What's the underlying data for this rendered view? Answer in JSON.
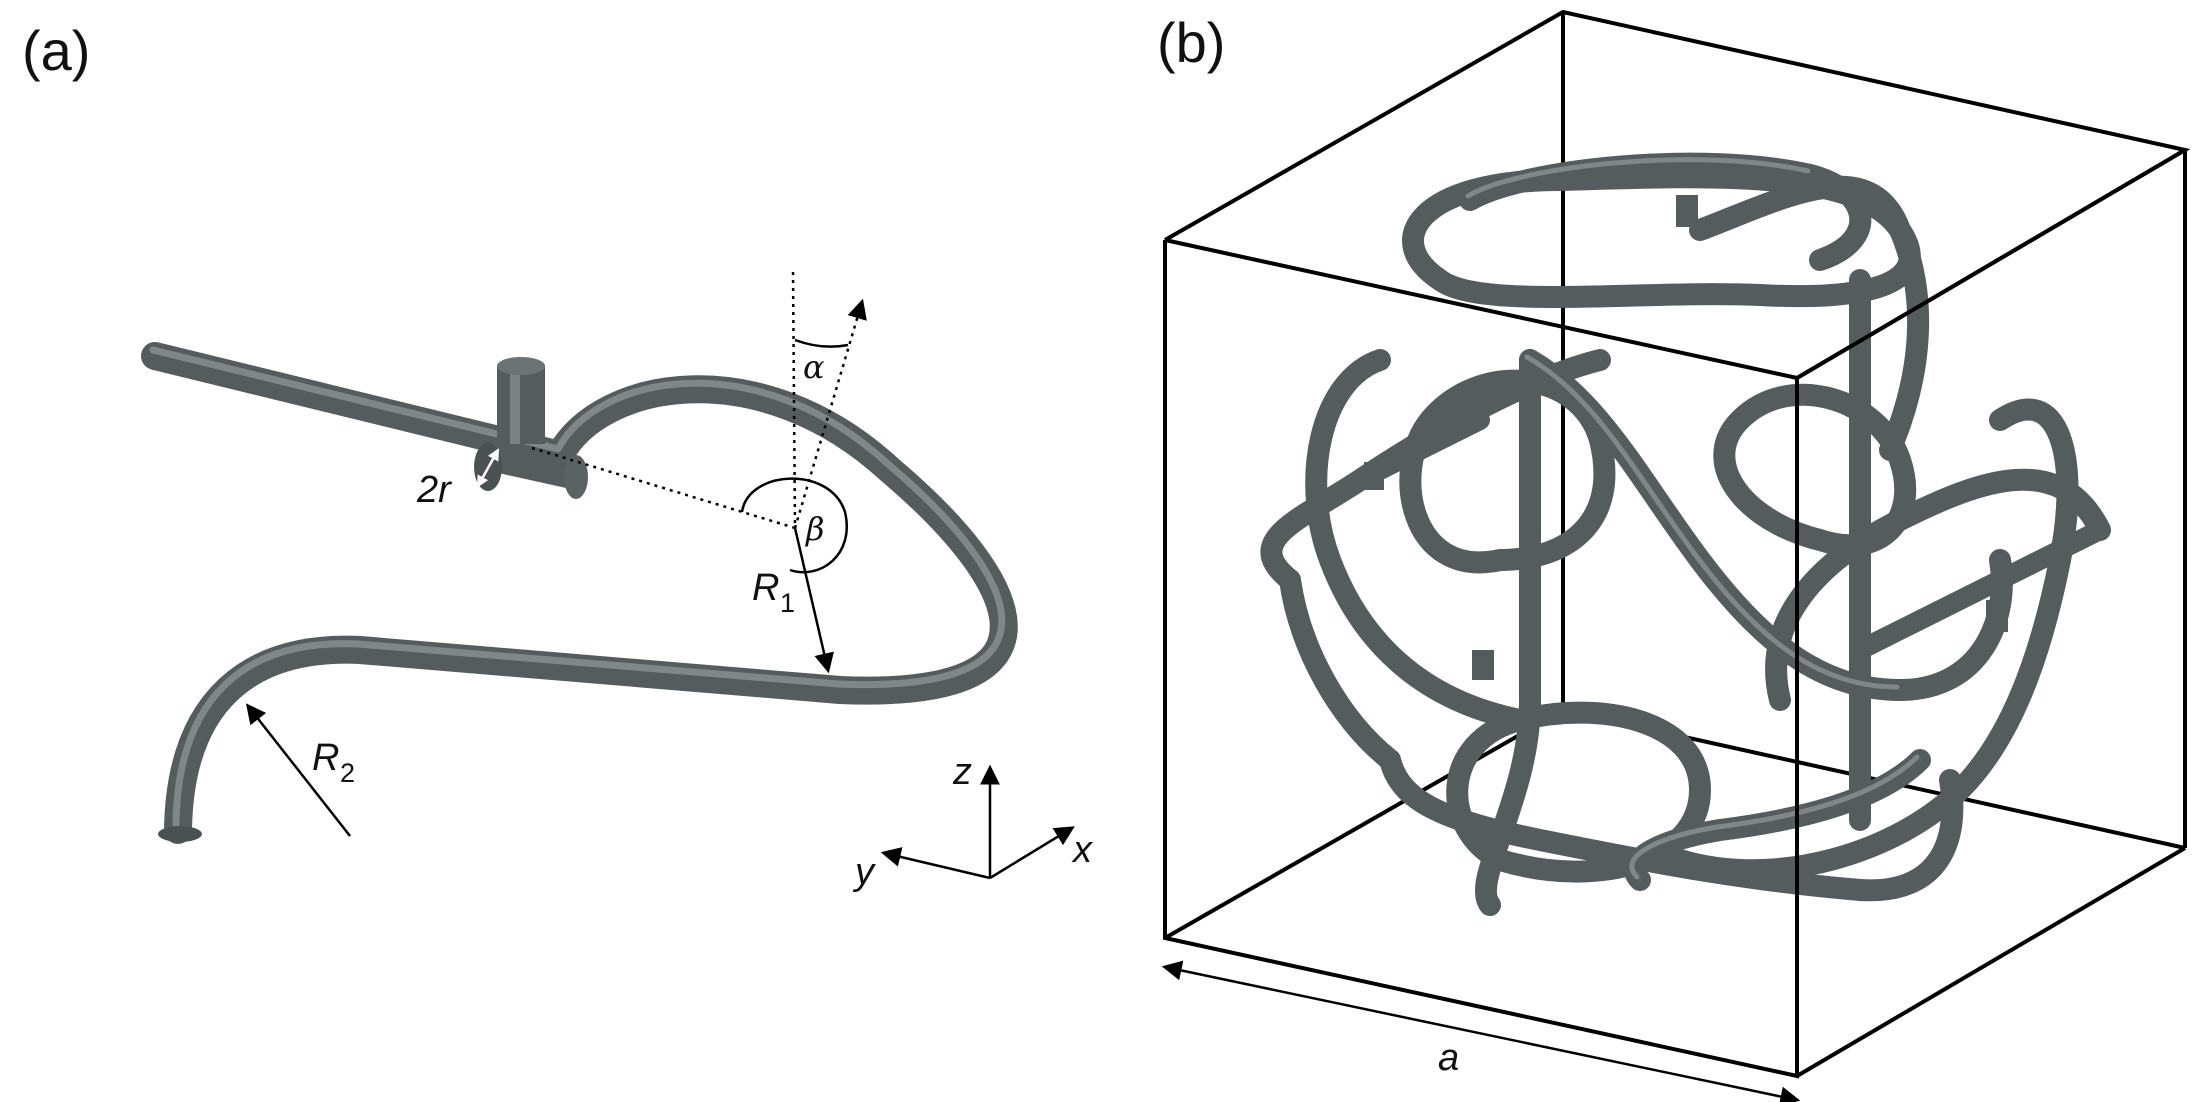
{
  "panel_a": {
    "label": "(a)",
    "symbols": {
      "diameter": "2r",
      "alpha": "α",
      "beta": "β",
      "R1_main": "R",
      "R1_sub": "1",
      "R2_main": "R",
      "R2_sub": "2"
    },
    "axes": {
      "z": "z",
      "y": "y",
      "x": "x"
    }
  },
  "panel_b": {
    "label": "(b)",
    "edge_symbol": "a"
  },
  "colors": {
    "tube": "#555c5e",
    "tube_highlight": "#7f8789",
    "lines": "#000000",
    "background": "#ffffff"
  }
}
